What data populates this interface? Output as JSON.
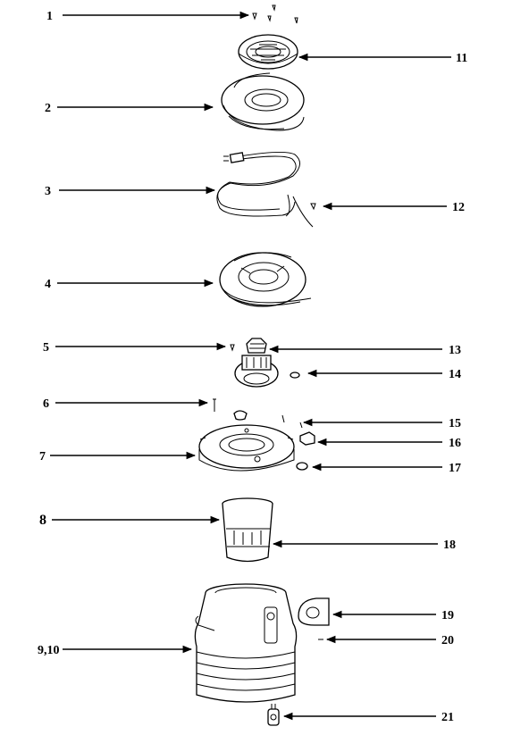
{
  "callouts": {
    "c1": "1",
    "c2": "2",
    "c3": "3",
    "c4": "4",
    "c5": "5",
    "c6": "6",
    "c7": "7",
    "c8": "8",
    "c9_10": "9,10",
    "c11": "11",
    "c12": "12",
    "c13": "13",
    "c14": "14",
    "c15": "15",
    "c16": "16",
    "c17": "17",
    "c18": "18",
    "c19": "19",
    "c20": "20",
    "c21": "21"
  }
}
